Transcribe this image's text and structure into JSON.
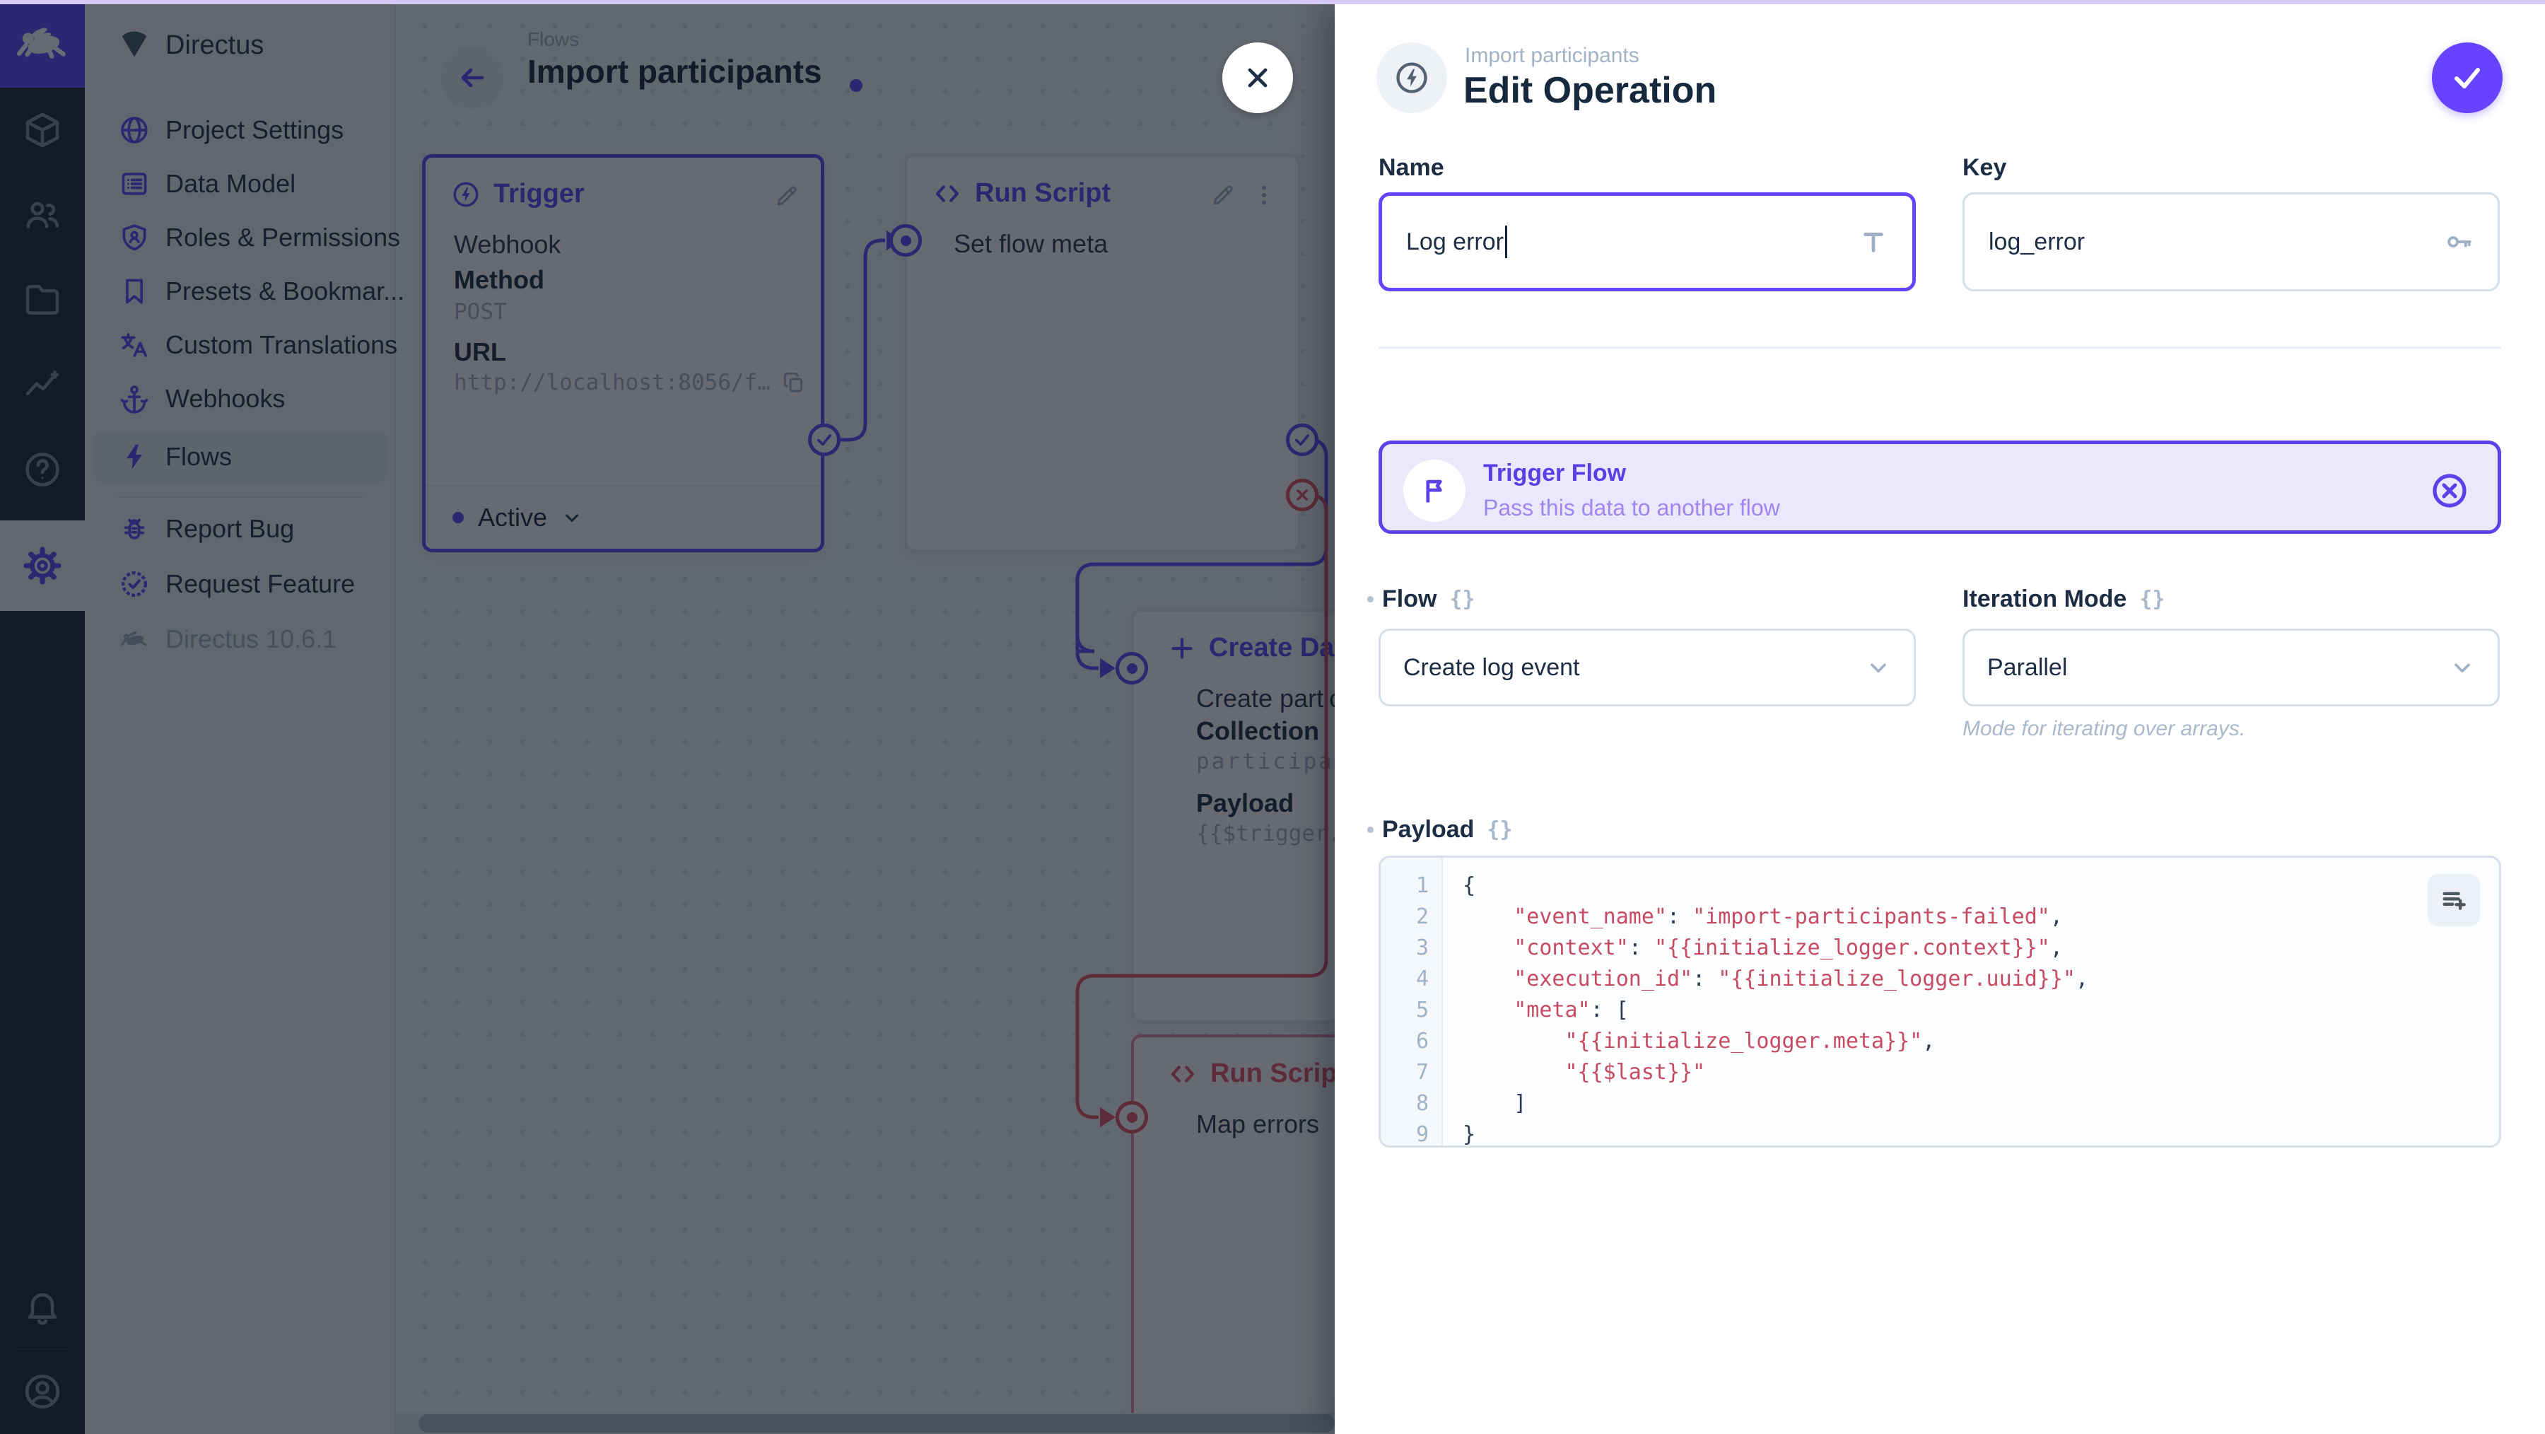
{
  "app": {
    "accent": "#6644ff",
    "danger": "#e35169",
    "topbar_color": "#d7c9f8"
  },
  "sidebar": {
    "project_name": "Directus",
    "items": [
      {
        "label": "Project Settings",
        "icon": "globe-icon"
      },
      {
        "label": "Data Model",
        "icon": "data-model-icon"
      },
      {
        "label": "Roles & Permissions",
        "icon": "roles-shield-icon"
      },
      {
        "label": "Presets & Bookmar...",
        "icon": "bookmark-icon"
      },
      {
        "label": "Custom Translations",
        "icon": "translate-icon"
      },
      {
        "label": "Webhooks",
        "icon": "anchor-icon"
      },
      {
        "label": "Flows",
        "icon": "bolt-icon"
      }
    ],
    "footer_items": [
      {
        "label": "Report Bug",
        "icon": "bug-icon"
      },
      {
        "label": "Request Feature",
        "icon": "verified-badge-icon"
      }
    ],
    "version": "Directus 10.6.1"
  },
  "flow_header": {
    "breadcrumb": "Flows",
    "title": "Import participants"
  },
  "canvas": {
    "trigger_panel": {
      "title": "Trigger",
      "type": "Webhook",
      "method_label": "Method",
      "method_value": "POST",
      "url_label": "URL",
      "url_value": "http://localhost:8056/f…",
      "status_label": "Active"
    },
    "run_script_panel": {
      "title": "Run Script",
      "item_label": "Set flow meta"
    },
    "create_data_panel": {
      "title": "Create Data",
      "item_label": "Create participant",
      "collection_label": "Collection",
      "collection_value": "participants",
      "payload_label": "Payload",
      "payload_preview": "{{$trigger.bod"
    },
    "map_errors_panel": {
      "title": "Run Script",
      "item_label": "Map errors"
    }
  },
  "drawer": {
    "breadcrumb": "Import participants",
    "title": "Edit Operation",
    "name_label": "Name",
    "name_value": "Log error",
    "key_label": "Key",
    "key_value": "log_error",
    "trigger_flow_card": {
      "title": "Trigger Flow",
      "subtitle": "Pass this data to another flow"
    },
    "flow_label": "Flow",
    "flow_value": "Create log event",
    "iteration_label": "Iteration Mode",
    "iteration_value": "Parallel",
    "iteration_note": "Mode for iterating over arrays.",
    "payload_label": "Payload",
    "raw_toggle_glyph": "{}",
    "payload_code": {
      "lines": [
        {
          "num": "1",
          "tokens": [
            [
              "p",
              "{"
            ]
          ]
        },
        {
          "num": "2",
          "tokens": [
            [
              "p",
              "    "
            ],
            [
              "s",
              "\"event_name\""
            ],
            [
              "p",
              ": "
            ],
            [
              "s",
              "\"import-participants-failed\""
            ],
            [
              "p",
              ","
            ]
          ]
        },
        {
          "num": "3",
          "tokens": [
            [
              "p",
              "    "
            ],
            [
              "s",
              "\"context\""
            ],
            [
              "p",
              ": "
            ],
            [
              "s",
              "\"{{initialize_logger.context}}\""
            ],
            [
              "p",
              ","
            ]
          ]
        },
        {
          "num": "4",
          "tokens": [
            [
              "p",
              "    "
            ],
            [
              "s",
              "\"execution_id\""
            ],
            [
              "p",
              ": "
            ],
            [
              "s",
              "\"{{initialize_logger.uuid}}\""
            ],
            [
              "p",
              ","
            ]
          ]
        },
        {
          "num": "5",
          "tokens": [
            [
              "p",
              "    "
            ],
            [
              "s",
              "\"meta\""
            ],
            [
              "p",
              ": ["
            ]
          ]
        },
        {
          "num": "6",
          "tokens": [
            [
              "p",
              "        "
            ],
            [
              "s",
              "\"{{initialize_logger.meta}}\""
            ],
            [
              "p",
              ","
            ]
          ]
        },
        {
          "num": "7",
          "tokens": [
            [
              "p",
              "        "
            ],
            [
              "s",
              "\"{{$last}}\""
            ]
          ]
        },
        {
          "num": "8",
          "tokens": [
            [
              "p",
              "    ]"
            ]
          ]
        },
        {
          "num": "9",
          "tokens": [
            [
              "p",
              "}"
            ]
          ]
        }
      ]
    }
  }
}
